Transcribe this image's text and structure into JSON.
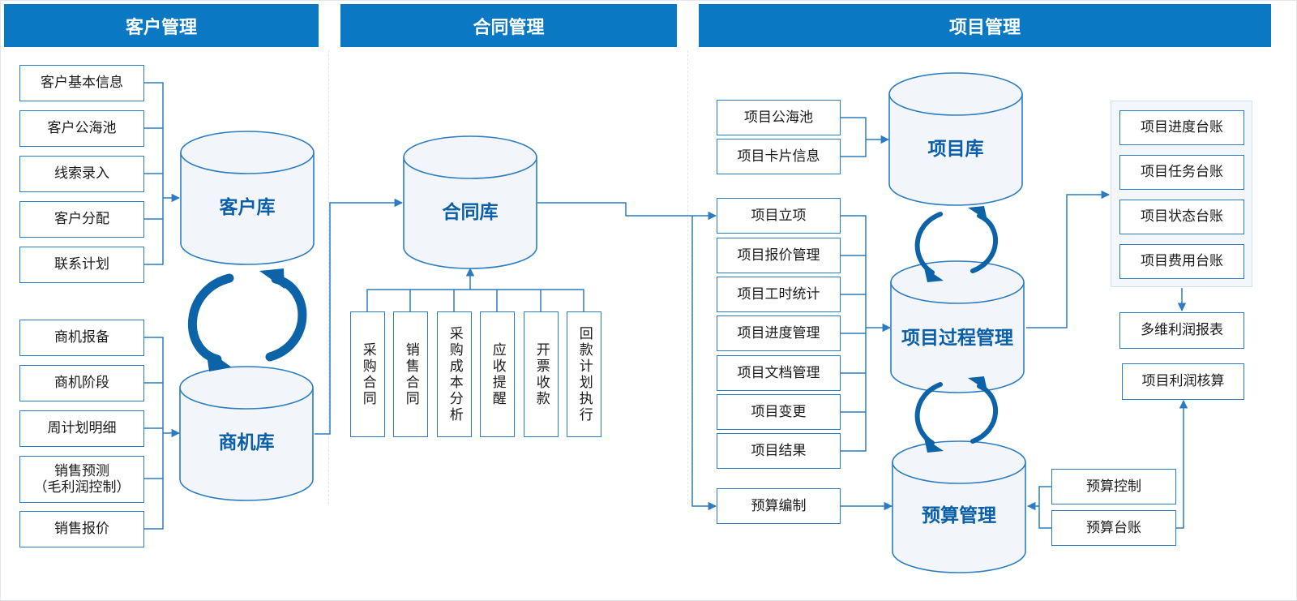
{
  "headers": {
    "customer": "客户管理",
    "contract": "合同管理",
    "project": "项目管理"
  },
  "customer": {
    "db_customer": "客户库",
    "db_opportunity": "商机库",
    "customer_items": [
      "客户基本信息",
      "客户公海池",
      "线索录入",
      "客户分配",
      "联系计划"
    ],
    "opportunity_items": [
      "商机报备",
      "商机阶段",
      "周计划明细",
      "销售预测\n（毛利润控制）",
      "销售报价"
    ]
  },
  "contract": {
    "db_contract": "合同库",
    "sub_items": [
      "采购合同",
      "销售合同",
      "采购成本分析",
      "应收提醒",
      "开票收款",
      "回款计划执行"
    ]
  },
  "project": {
    "db_project": "项目库",
    "db_process": "项目过程管理",
    "db_budget": "预算管理",
    "pool_items": [
      "项目公海池",
      "项目卡片信息"
    ],
    "process_items": [
      "项目立项",
      "项目报价管理",
      "项目工时统计",
      "项目进度管理",
      "项目文档管理",
      "项目变更",
      "项目结果"
    ],
    "budget_edit": "预算编制",
    "budget_items": [
      "预算控制",
      "预算台账"
    ],
    "ledger_items": [
      "项目进度台账",
      "项目任务台账",
      "项目状态台账",
      "项目费用台账"
    ],
    "profit_report": "多维利润报表",
    "profit_accounting": "项目利润核算"
  },
  "colors": {
    "header_bg": "#0a78c2",
    "line": "#2b7cc0",
    "cylinder_fill": "#f2f6fb",
    "cycle_arrow": "#0d63a8",
    "label": "#0a5fa8"
  }
}
